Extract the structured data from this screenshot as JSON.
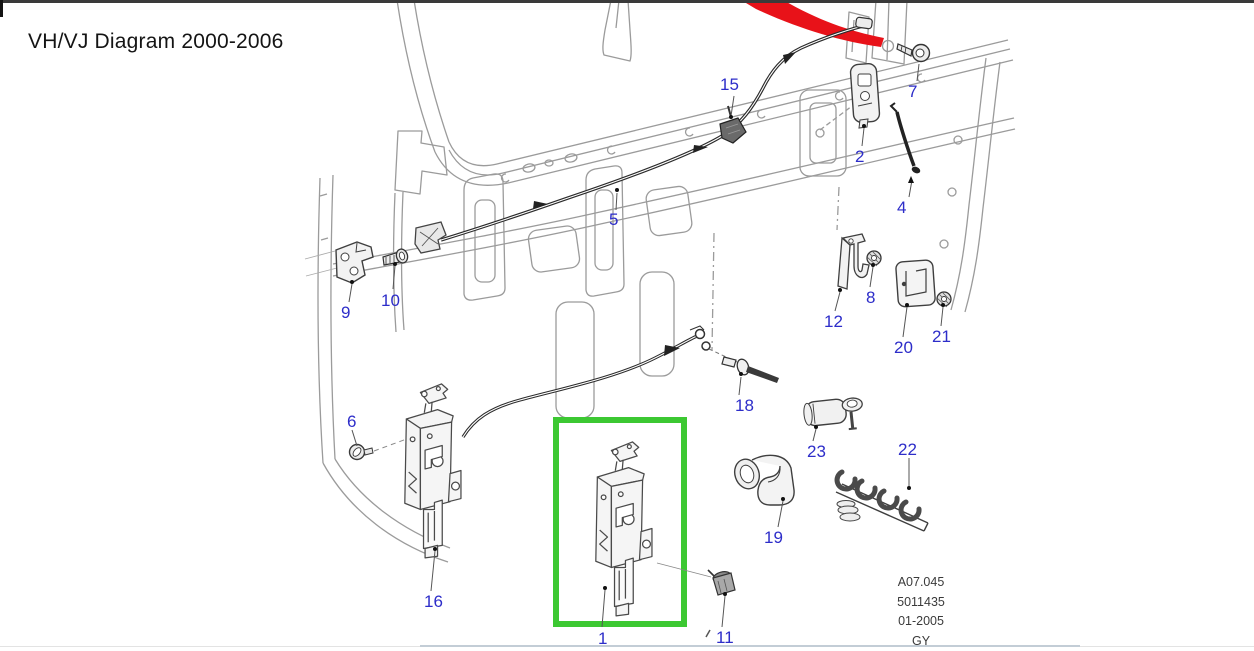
{
  "title": "VH/VJ Diagram 2000-2006",
  "highlighted_part": "1",
  "callouts": {
    "c1": "1",
    "c2": "2",
    "c4": "4",
    "c5": "5",
    "c6": "6",
    "c7": "7",
    "c8": "8",
    "c9": "9",
    "c10": "10",
    "c11": "11",
    "c12": "12",
    "c15": "15",
    "c16": "16",
    "c18": "18",
    "c19": "19",
    "c20": "20",
    "c21": "21",
    "c22": "22",
    "c23": "23"
  },
  "ref_block": {
    "code": "A07.045",
    "part_number": "5011435",
    "date": "01-2005",
    "suffix": "GY"
  },
  "colors": {
    "callout_blue": "#2d2dc9",
    "highlight_green": "#3cc832",
    "accent_red": "#e81219",
    "line_gray": "#9b9b9b",
    "part_gray": "#454545",
    "cable_dark": "#2b2b2b"
  }
}
